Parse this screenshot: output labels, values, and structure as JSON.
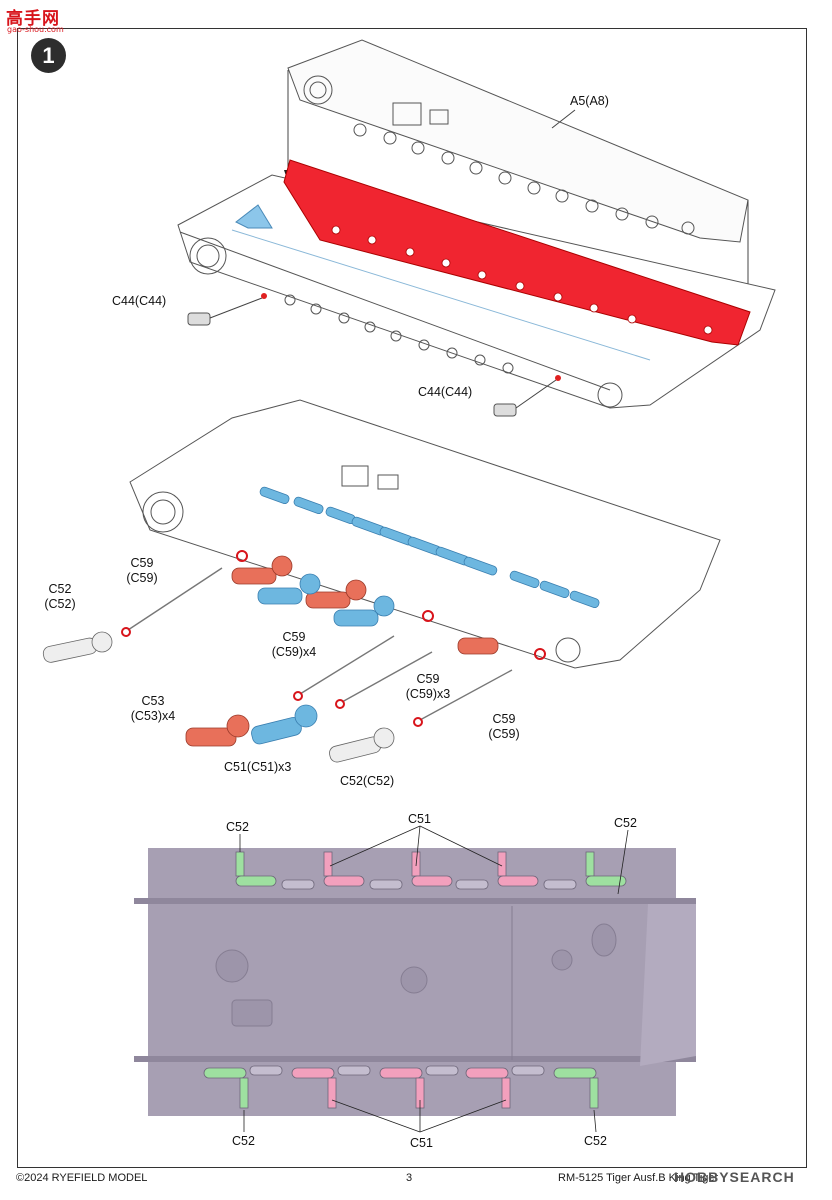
{
  "site_logo": {
    "text": "高手网",
    "url": "gao-shou.com"
  },
  "step": {
    "number": "1"
  },
  "callouts": {
    "a5": "A5(A8)",
    "c44_left": "C44(C44)",
    "c44_right": "C44(C44)",
    "c59_left_1": "C59",
    "c59_left_2": "(C59)",
    "c52_left_1": "C52",
    "c52_left_2": "(C52)",
    "c59_x4_1": "C59",
    "c59_x4_2": "(C59)x4",
    "c59_x3_1": "C59",
    "c59_x3_2": "(C59)x3",
    "c59_right_1": "C59",
    "c59_right_2": "(C59)",
    "c53_1": "C53",
    "c53_2": "(C53)x4",
    "c51_x3": "C51(C51)x3",
    "c52_bottom": "C52(C52)"
  },
  "bottom_view": {
    "top_left": "C52",
    "top_middle": "C51",
    "top_right": "C52",
    "bottom_left": "C52",
    "bottom_middle": "C51",
    "bottom_right": "C52"
  },
  "colors": {
    "red_part": "#f02530",
    "blue_part": "#6db7e0",
    "orange_part": "#e8705a",
    "hull_bottom": "#a79fb3",
    "green_part": "#9ee0a0",
    "pink_part": "#f2a0bd"
  },
  "footer": {
    "copyright": "©2024 RYEFIELD MODEL",
    "page": "3",
    "product": "RM-5125 Tiger Ausf.B King Tiger",
    "watermark": "HOBBYSEARCH"
  }
}
